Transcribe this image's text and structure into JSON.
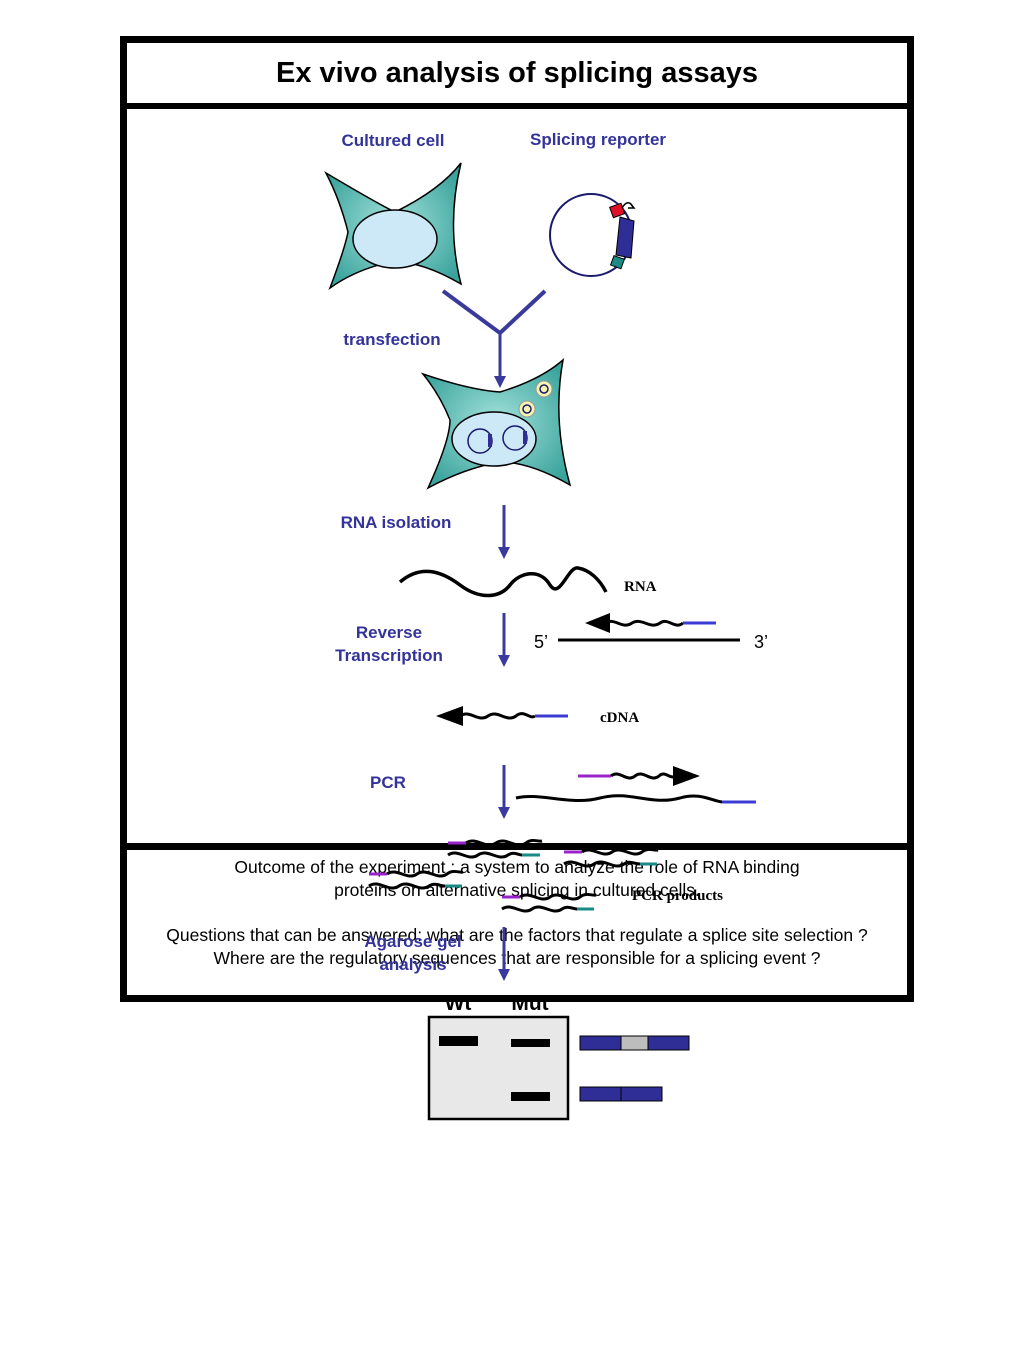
{
  "title": "Ex vivo analysis of splicing assays",
  "labels": {
    "cultured_cell": "Cultured cell",
    "splicing_reporter": "Splicing reporter",
    "transfection": "transfection",
    "rna_isolation": "RNA isolation",
    "reverse_line1": "Reverse",
    "reverse_line2": "Transcription",
    "pcr": "PCR",
    "agarose_line1": "Agarose gel",
    "agarose_line2": "analysis"
  },
  "annotations": {
    "rna": "RNA",
    "five_prime": "5’",
    "three_prime": "3’",
    "cdna": "cDNA",
    "pcr_products": "PCR products"
  },
  "gel": {
    "lanes": [
      "Wt",
      "Mut"
    ]
  },
  "footer": {
    "outcome_line1": "Outcome of the experiment : a system to analyze the role of RNA binding",
    "outcome_line2": "proteins on alternative splicing in cultured cells.",
    "questions_line1": "Questions that can be answered: what are the factors that regulate a splice site selection ?",
    "questions_line2": "Where are the regulatory sequences that  are responsible for a splicing event ?"
  },
  "colors": {
    "label_blue": "#33339a",
    "arrow_blue": "#3a3a9c",
    "cell_teal": "#5cbfb8",
    "nucleus_blue": "#cde9f7",
    "exon_navy": "#2e2e96",
    "intron_gray": "#bdbdbd",
    "primer_blue": "#3b3bd6",
    "primer_purple": "#9a22c8",
    "primer_teal": "#1a8a84",
    "reporter_red": "#e0102a",
    "gel_gray": "#e8e8e8"
  }
}
